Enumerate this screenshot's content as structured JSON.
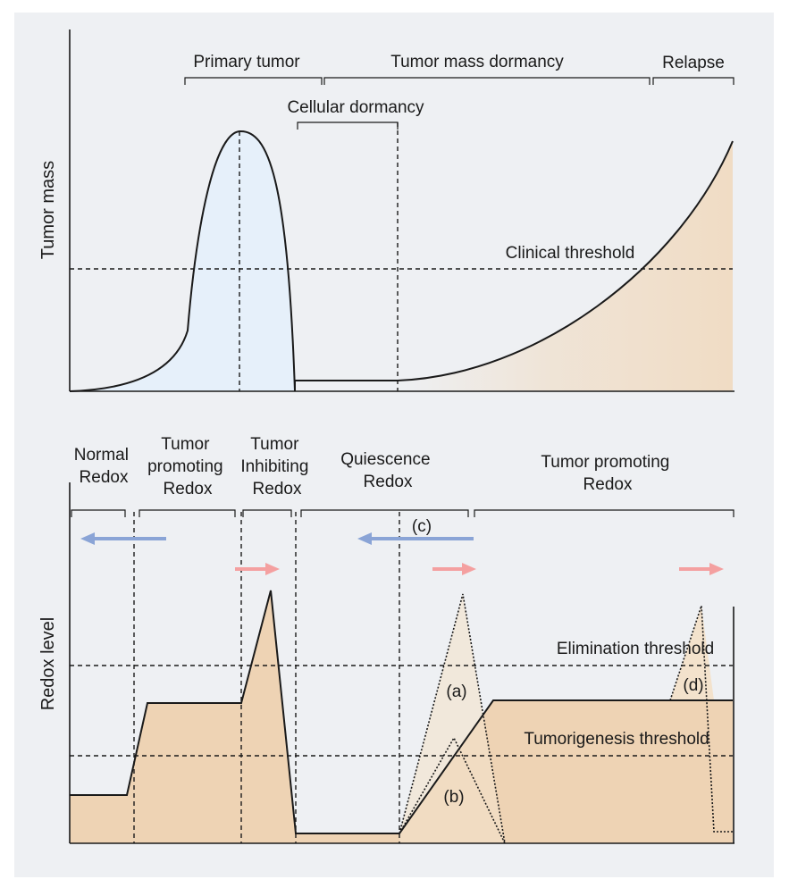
{
  "top_panel": {
    "y_axis_label": "Tumor mass",
    "phases": {
      "primary_tumor": "Primary tumor",
      "tumor_mass_dormancy": "Tumor mass dormancy",
      "relapse": "Relapse",
      "cellular_dormancy": "Cellular dormancy"
    },
    "threshold_label": "Clinical threshold"
  },
  "bottom_panel": {
    "y_axis_label": "Redox level",
    "phases": {
      "normal": [
        "Normal",
        "Redox"
      ],
      "tumor_promoting_1": [
        "Tumor",
        "promoting",
        "Redox"
      ],
      "tumor_inhibiting": [
        "Tumor",
        "Inhibiting",
        "Redox"
      ],
      "quiescence": [
        "Quiescence",
        "Redox"
      ],
      "tumor_promoting_2": [
        "Tumor promoting",
        "Redox"
      ]
    },
    "thresholds": {
      "elimination": "Elimination threshold",
      "tumorigenesis": "Tumorigenesis threshold"
    },
    "annotations": {
      "a": "(a)",
      "b": "(b)",
      "c": "(c)",
      "d": "(d)"
    }
  },
  "colors": {
    "background": "#eef0f3",
    "primary_tumor_fill": "#e6f0fa",
    "relapse_fill": "#f0dcc4",
    "redox_fill": "#eed3b4",
    "decrease_arrow": "#8aa4d6",
    "increase_arrow": "#f4a0a0"
  }
}
